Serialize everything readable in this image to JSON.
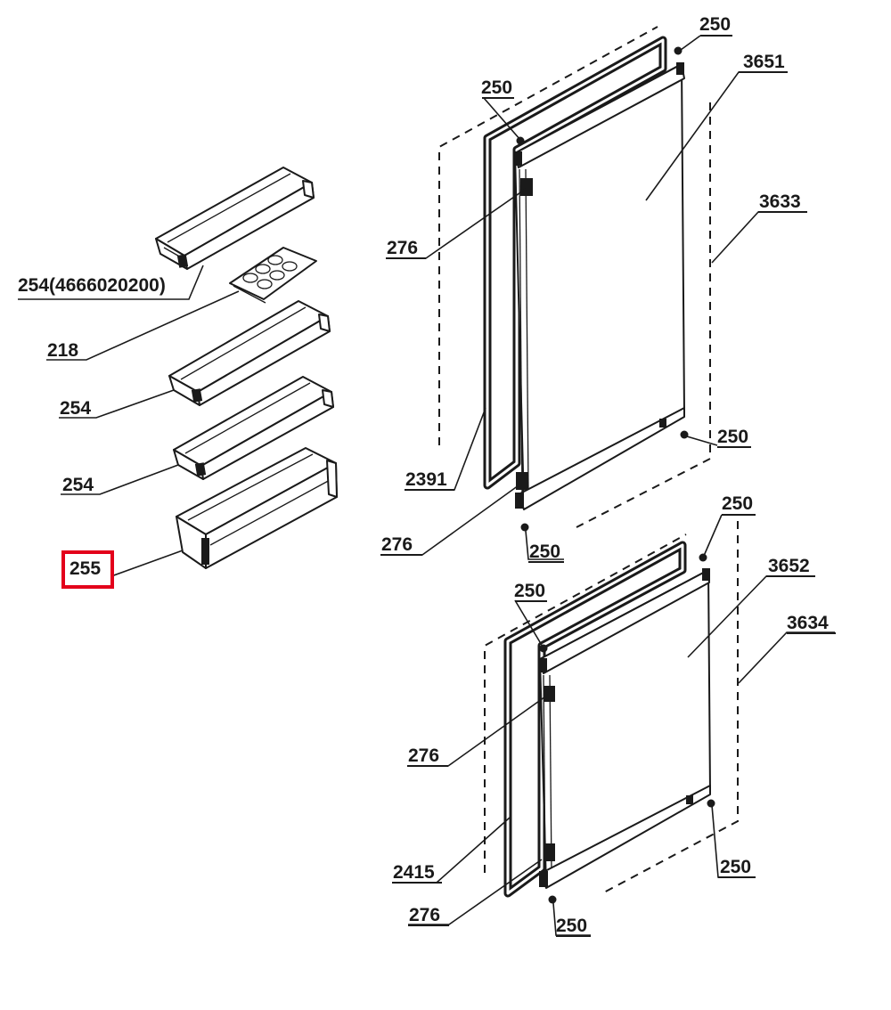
{
  "diagram": {
    "labels": {
      "shelf_top": "254(4666020200)",
      "egg_tray": "218",
      "shelf_mid_1": "254",
      "shelf_mid_2": "254",
      "bottle_shelf": "255",
      "upper_screw_top_right": "250",
      "upper_screw_top_left": "250",
      "upper_door_panel": "3651",
      "upper_door_frame": "3633",
      "upper_hinge_top": "276",
      "upper_screw_right": "250",
      "upper_gasket": "2391",
      "upper_hinge_bottom": "276",
      "upper_screw_bottom": "250",
      "lower_screw_top_right": "250",
      "lower_screw_top_left": "250",
      "lower_door_panel": "3652",
      "lower_door_frame": "3634",
      "lower_hinge_top": "276",
      "lower_screw_right": "250",
      "lower_gasket": "2415",
      "lower_hinge_bottom": "276",
      "lower_screw_bottom": "250"
    },
    "highlight": {
      "target": "bottle_shelf",
      "color": "#e3001b"
    }
  }
}
